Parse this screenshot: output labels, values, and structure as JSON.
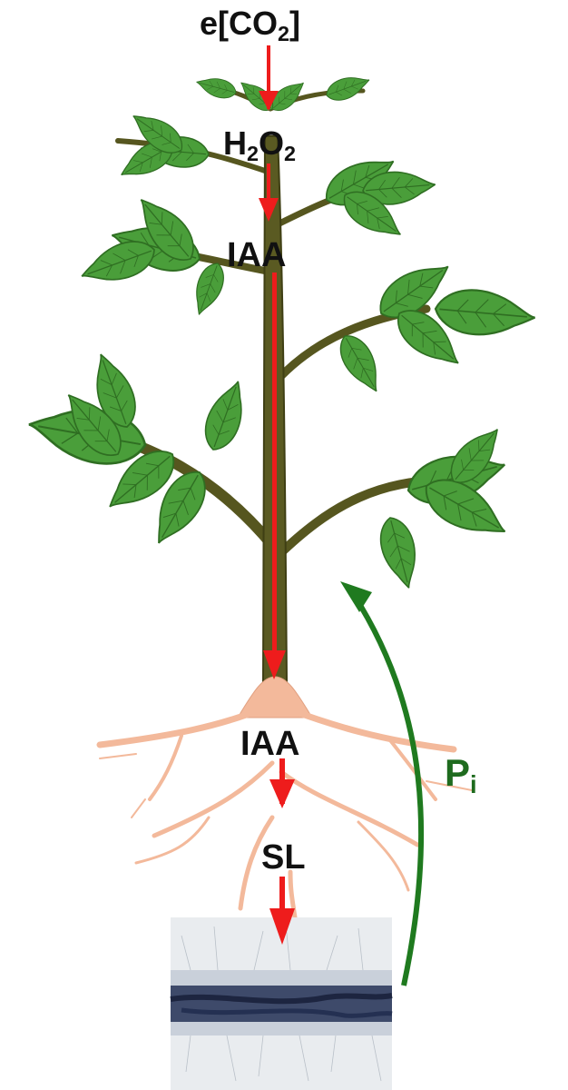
{
  "labels": {
    "eco2_prefix": "e[CO",
    "eco2_sub": "2",
    "eco2_suffix": "]",
    "h2o2_h": "H",
    "h2o2_sub1": "2",
    "h2o2_o": "O",
    "h2o2_sub2": "2",
    "iaa_shoot": "IAA",
    "iaa_root": "IAA",
    "sl": "SL",
    "pi_main": "P",
    "pi_sub": "i"
  },
  "colors": {
    "signal_arrow": "#ee1c1c",
    "phosphate_arrow": "#1f7a1f",
    "leaf": "#4a9e3a",
    "stem": "#5a5a22",
    "root": "#f3b99b"
  },
  "icons": {
    "plant": "tomato-plant-illustration",
    "micrograph": "root-micrograph-illustration"
  }
}
